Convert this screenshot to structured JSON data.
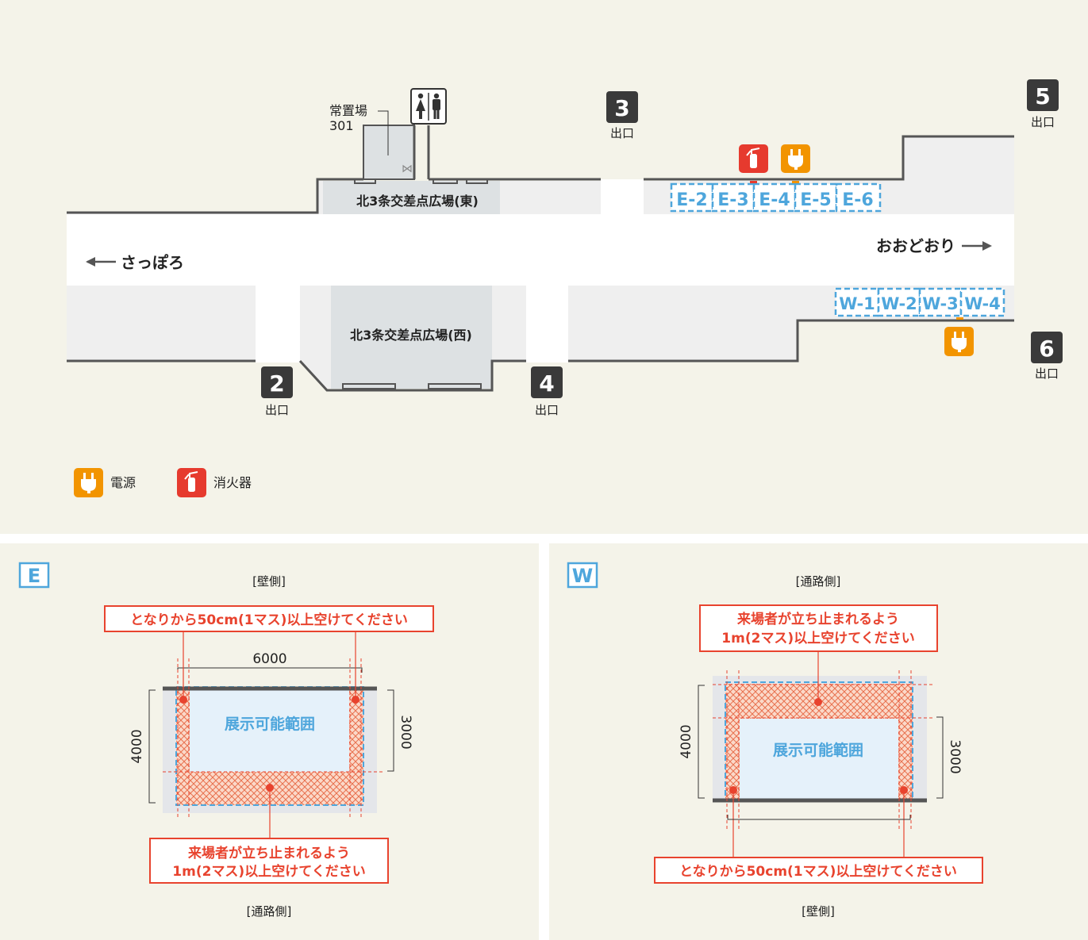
{
  "map": {
    "north_plaza_east": "北3条交差点広場(東)",
    "north_plaza_west": "北3条交差点広場(西)",
    "to_sapporo": "さっぽろ",
    "to_odori": "おおどおり",
    "storage_label": "常置場",
    "storage_number": "301",
    "exits": [
      {
        "number": "2",
        "label": "出口"
      },
      {
        "number": "3",
        "label": "出口"
      },
      {
        "number": "4",
        "label": "出口"
      },
      {
        "number": "5",
        "label": "出口"
      },
      {
        "number": "6",
        "label": "出口"
      }
    ],
    "east_booths": [
      "E-2",
      "E-3",
      "E-4",
      "E-5",
      "E-6"
    ],
    "west_booths": [
      "W-1",
      "W-2",
      "W-3",
      "W-4"
    ]
  },
  "legend": {
    "power": "電源",
    "extinguisher": "消火器"
  },
  "panel_e": {
    "badge": "E",
    "top_side": "[壁側]",
    "bottom_side": "[通路側]",
    "note_neighbors": "となりから50cm(1マス)以上空けてください",
    "note_visitors_1": "来場者が立ち止まれるよう",
    "note_visitors_2": "1m(2マス)以上空けてください",
    "width_dim": "6000",
    "depth_outer": "4000",
    "depth_inner": "3000",
    "area_label": "展示可能範囲"
  },
  "panel_w": {
    "badge": "W",
    "top_side": "[通路側]",
    "bottom_side": "[壁側]",
    "note_neighbors": "となりから50cm(1マス)以上空けてください",
    "note_visitors_1": "来場者が立ち止まれるよう",
    "note_visitors_2": "1m(2マス)以上空けてください",
    "depth_outer": "4000",
    "depth_inner": "3000",
    "area_label": "展示可能範囲"
  },
  "colors": {
    "background": "#f4f3e9",
    "corridor": "#efefef",
    "plaza": "#dde1e3",
    "wall": "#555555",
    "booth_blue": "#4ea6dc",
    "exit_badge": "#3a3a3a",
    "power": "#f29400",
    "extinguisher": "#e63a2e",
    "note_red": "#e8432e"
  }
}
